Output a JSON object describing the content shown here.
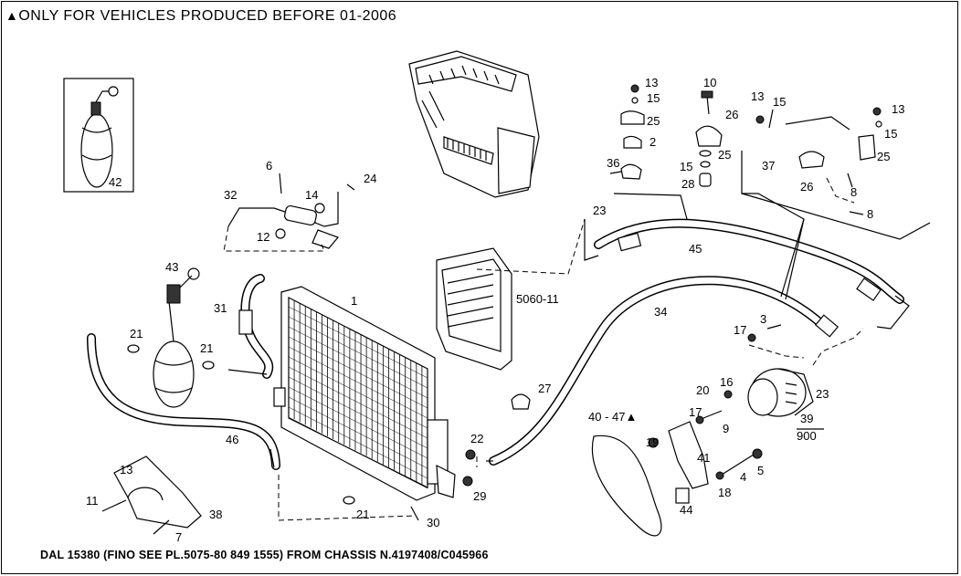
{
  "header": {
    "marker": "▲",
    "text": "ONLY FOR VEHICLES PRODUCED BEFORE 01-2006"
  },
  "footer": {
    "text": "DAL 15380 (FINO SEE PL.5075-80 849 1555) FROM CHASSIS N.4197408/C045966"
  },
  "callouts": {
    "c1": "1",
    "c2": "2",
    "c3": "3",
    "c4": "4",
    "c5": "5",
    "c6": "6",
    "c7": "7",
    "c8a": "8",
    "c8b": "8",
    "c9": "9",
    "c10": "10",
    "c11": "11",
    "c12": "12",
    "c13a": "13",
    "c13b": "13",
    "c13c": "13",
    "c13d": "13",
    "c14": "14",
    "c15a": "15",
    "c15b": "15",
    "c15c": "15",
    "c15d": "15",
    "c16": "16",
    "c17a": "17",
    "c17b": "17",
    "c18": "18",
    "c19": "19",
    "c20": "20",
    "c21a": "21",
    "c21b": "21",
    "c21c": "21",
    "c22": "22",
    "c23a": "23",
    "c23b": "23",
    "c24": "24",
    "c25a": "25",
    "c25b": "25",
    "c25c": "25",
    "c26a": "26",
    "c26b": "26",
    "c27": "27",
    "c28": "28",
    "c29": "29",
    "c30": "30",
    "c31": "31",
    "c32": "32",
    "c34": "34",
    "c36": "36",
    "c37": "37",
    "c38": "38",
    "c39": "39",
    "c900": "900",
    "c41": "41",
    "c42": "42",
    "c43": "43",
    "c44": "44",
    "c45": "45",
    "c46": "46",
    "c4047": "40 - 47",
    "c4047mark": "▲",
    "ref": "5060-11"
  }
}
